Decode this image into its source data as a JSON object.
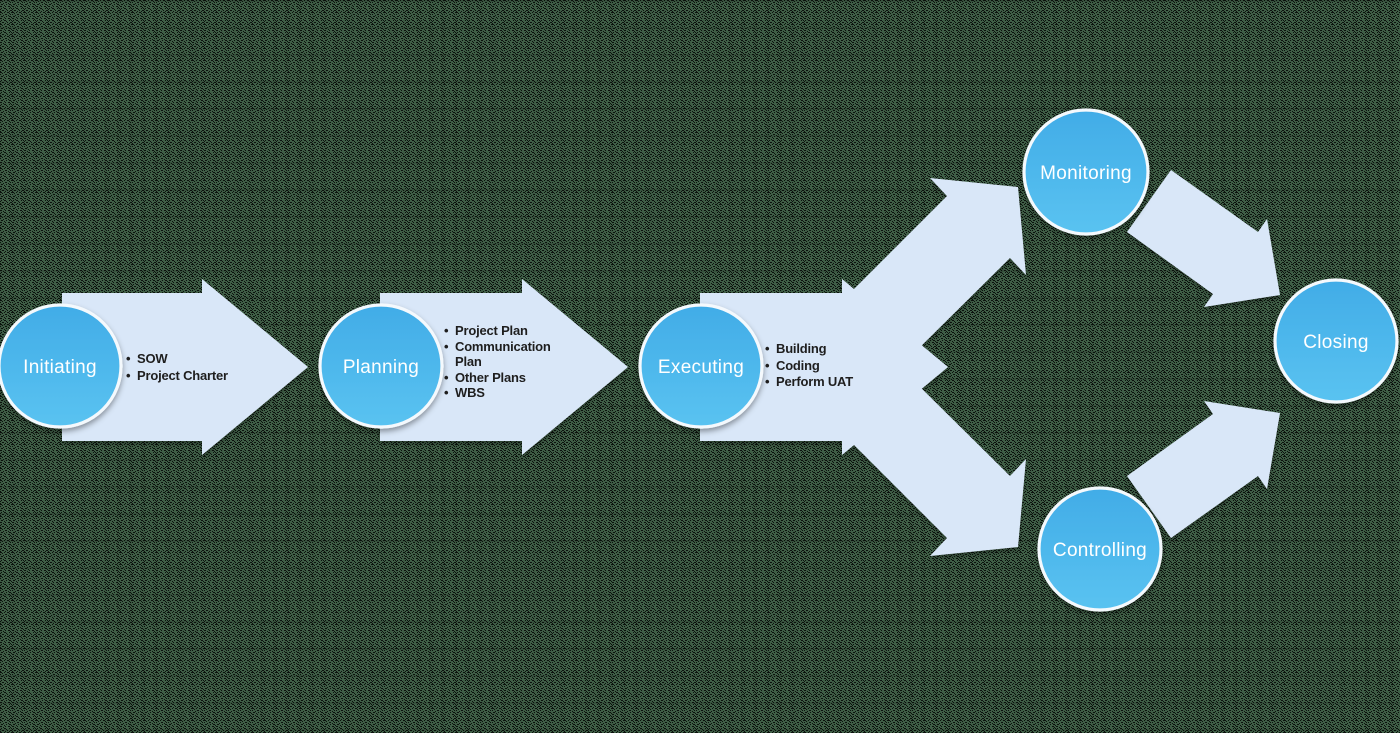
{
  "diagram": {
    "type": "process-flow",
    "phases": [
      {
        "label": "Initiating",
        "bullets": [
          "SOW",
          "Project Charter"
        ]
      },
      {
        "label": "Planning",
        "bullets": [
          "Project Plan",
          "Communication Plan",
          "Other Plans",
          "WBS"
        ]
      },
      {
        "label": "Executing",
        "bullets": [
          "Building",
          "Coding",
          "Perform UAT"
        ]
      },
      {
        "label": "Monitoring",
        "bullets": []
      },
      {
        "label": "Controlling",
        "bullets": []
      },
      {
        "label": "Closing",
        "bullets": []
      }
    ],
    "colors": {
      "background_green": "#3f5e46",
      "texture_dots": "#000000",
      "arrow_fill": "#d9e7f8",
      "circle_fill_top": "#41ace7",
      "circle_fill_bottom": "#5ac3f1",
      "circle_ring": "#f4f9fd",
      "circle_label_text": "#ffffff",
      "bullet_text": "#1e1e1e"
    }
  }
}
